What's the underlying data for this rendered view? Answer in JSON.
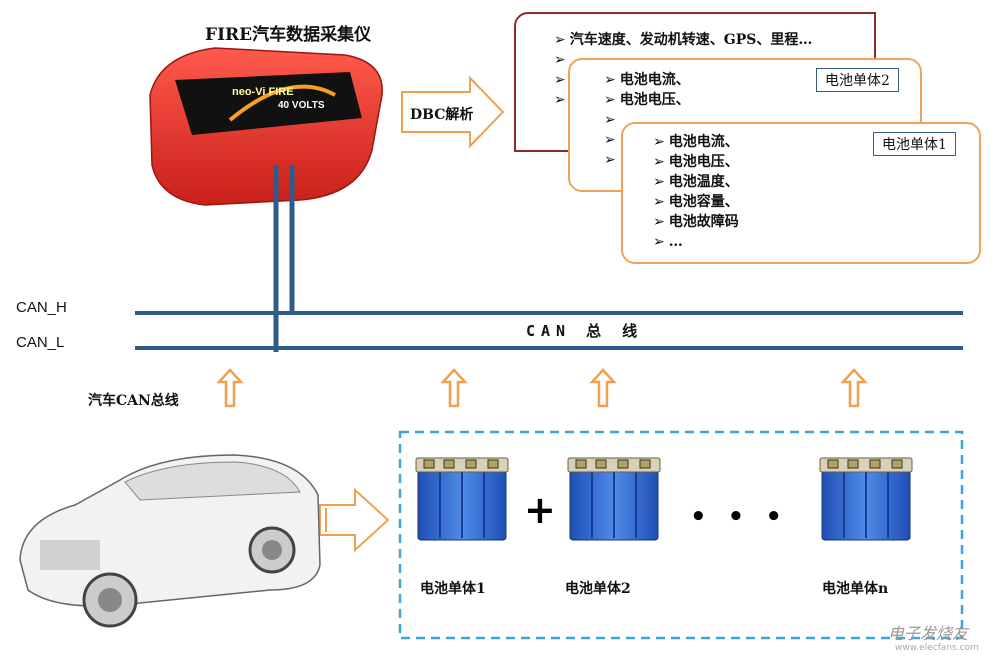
{
  "device": {
    "title": "FIRE汽车数据采集仪",
    "brand": "neo-Vi FIRE",
    "volts": "40 VOLTS"
  },
  "dbc_label": "DBC解析",
  "cards": {
    "vehicle": {
      "items": [
        "汽车速度、发动机转速、GPS、里程…",
        "",
        "",
        ""
      ]
    },
    "cell2": {
      "tag": "电池单体2",
      "items": [
        "电池电流、",
        "电池电压、",
        "",
        "",
        ""
      ]
    },
    "cell1": {
      "tag": "电池单体1",
      "items": [
        "电池电流、",
        "电池电压、",
        "电池温度、",
        "电池容量、",
        "电池故障码",
        "…"
      ]
    }
  },
  "bus": {
    "can_h": "CAN_H",
    "can_l": "CAN_L",
    "center": "CAN 总 线",
    "vehicle_bus": "汽车CAN总线"
  },
  "batteries": [
    {
      "label": "电池单体1"
    },
    {
      "label": "电池单体2"
    },
    {
      "label": "电池单体n"
    }
  ],
  "plus": "+",
  "ellipsis": "• • •",
  "watermark": "电子发烧友",
  "watermark_url": "www.elecfans.com",
  "colors": {
    "bus": "#2e5a8e",
    "orange": "#f0a050",
    "card_orange": "#f0a35a",
    "card_brown": "#8b2b2b",
    "dashed": "#3aa7dc",
    "device_red": "#e5322b"
  }
}
